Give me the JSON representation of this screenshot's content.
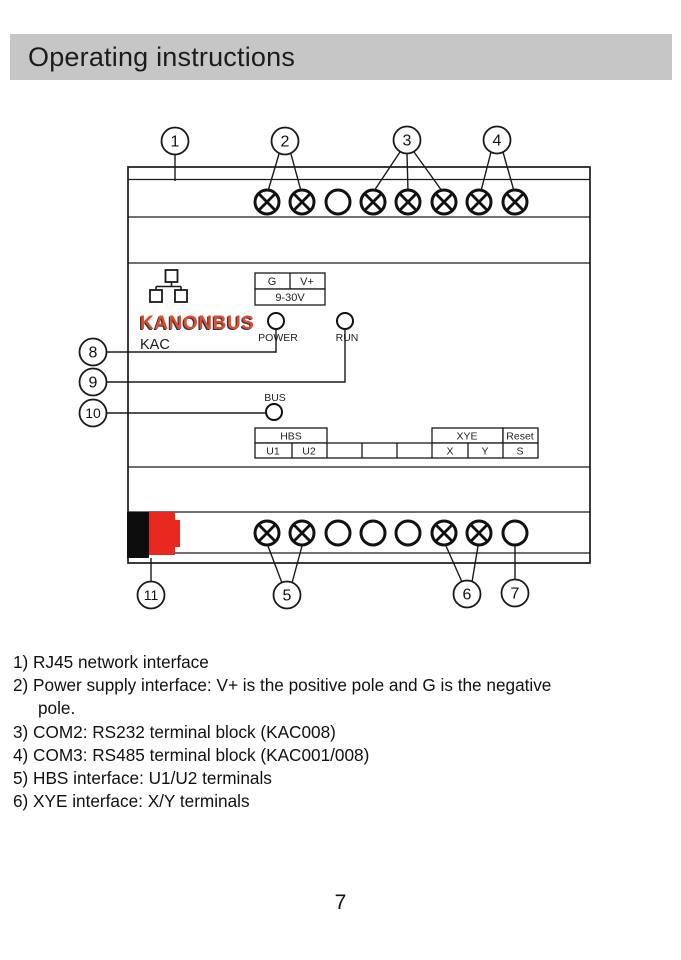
{
  "header": {
    "title": "Operating instructions"
  },
  "figure": {
    "logo_text": "KANONBUS",
    "model_label": "KAC",
    "power_block": {
      "neg": "G",
      "pos": "V+",
      "voltage": "9-30V"
    },
    "leds": {
      "power": "POWER",
      "run": "RUN",
      "bus": "BUS"
    },
    "terminal_table": {
      "hbs": "HBS",
      "u1": "U1",
      "u2": "U2",
      "xye": "XYE",
      "x": "X",
      "y": "Y",
      "reset": "Reset",
      "s": "S"
    },
    "top_terminals": [
      "crossed",
      "crossed",
      "open",
      "crossed",
      "crossed",
      "crossed",
      "crossed",
      "crossed"
    ],
    "bottom_terminals": [
      "crossed",
      "crossed",
      "open",
      "open",
      "open",
      "crossed",
      "crossed",
      "open"
    ],
    "callouts": [
      "1",
      "2",
      "3",
      "4",
      "5",
      "6",
      "7",
      "8",
      "9",
      "10",
      "11"
    ]
  },
  "notes": [
    "1) RJ45 network interface",
    "2) Power supply interface: V+ is the positive pole and G is the negative pole.",
    "3) COM2: RS232 terminal block (KAC008)",
    "4) COM3: RS485 terminal block (KAC001/008)",
    "5) HBS interface: U1/U2 terminals",
    "6) XYE interface: X/Y terminals"
  ],
  "page_number": "7",
  "colors": {
    "header_bg": "#c6c6c6",
    "logo_orange": "#e84b1f",
    "logo_navy": "#1f3864",
    "connector_black": "#0d0d0d",
    "connector_red": "#e8281e"
  }
}
